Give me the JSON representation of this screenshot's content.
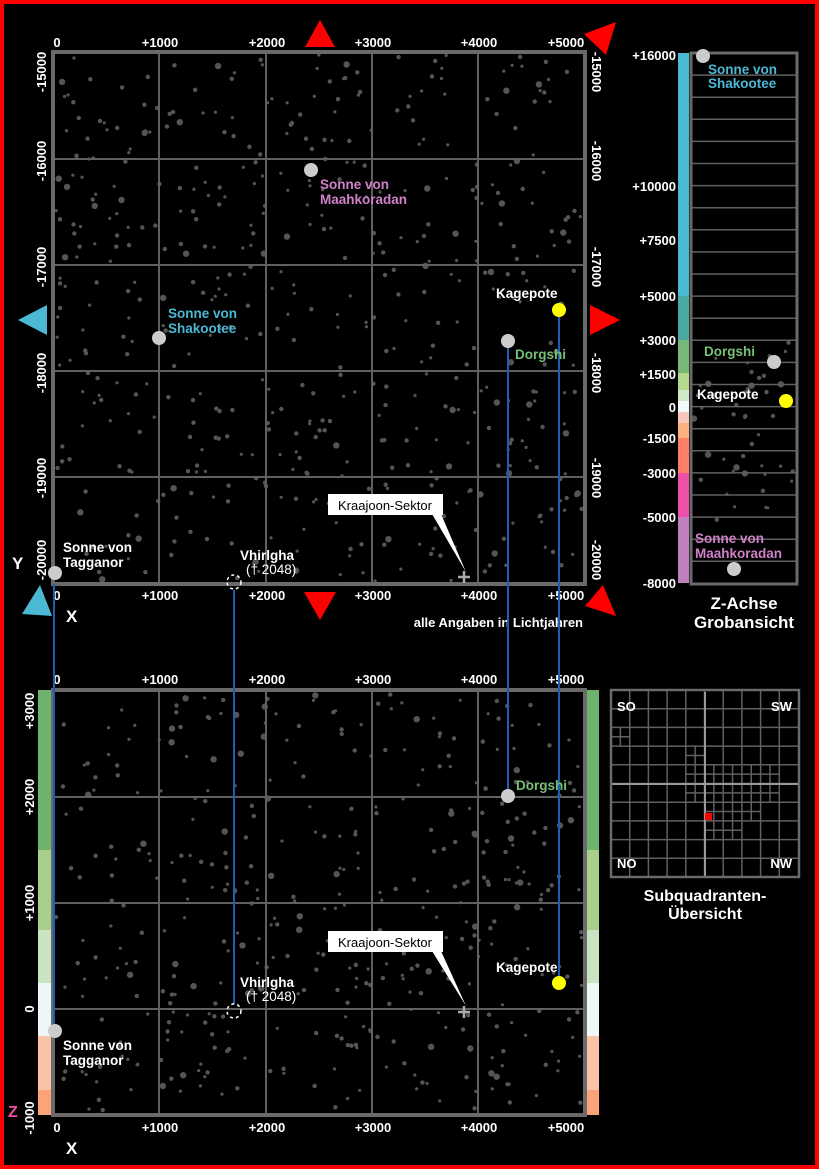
{
  "colors": {
    "frame": "#ff0000",
    "cyan": "#4bb8d4",
    "pink": "#d080c8",
    "green": "#77c077",
    "yellow": "#ffff00",
    "white": "#ffffff",
    "grid": "#606060",
    "link": "#1a5fb4"
  },
  "top_map": {
    "x_ticks": [
      "0",
      "+1000",
      "+2000",
      "+3000",
      "+4000",
      "+5000"
    ],
    "y_ticks": [
      "-15000",
      "-16000",
      "-17000",
      "-18000",
      "-19000",
      "-20000"
    ],
    "y_axis_label": "Y",
    "x_axis_label": "X",
    "unit_note": "alle Angaben in Lichtjahren"
  },
  "side_map": {
    "x_ticks": [
      "0",
      "+1000",
      "+2000",
      "+3000",
      "+4000",
      "+5000"
    ],
    "z_ticks": [
      "+3000",
      "+2000",
      "+1000",
      "0",
      "-1000"
    ],
    "z_axis_label": "Z",
    "x_axis_label": "X"
  },
  "objects": {
    "shakootee": [
      "Sonne von",
      "Shakootee"
    ],
    "maahkoradan": [
      "Sonne von",
      "Maahkoradan"
    ],
    "kagepote": "Kagepote",
    "dorgshi": "Dorgshi",
    "tagganor": [
      "Sonne von",
      "Tagganor"
    ],
    "vhirlgha": [
      "Vhirlgha",
      "(† 2048)"
    ],
    "kraajoon": "Kraajoon-Sektor"
  },
  "z_overview": {
    "ticks": [
      "+16000",
      "+10000",
      "+7500",
      "+5000",
      "+3000",
      "+1500",
      "0",
      "-1500",
      "-3000",
      "-5000",
      "-8000"
    ],
    "title": [
      "Z-Achse",
      "Grobansicht"
    ]
  },
  "subquadrant": {
    "corners": [
      "SO",
      "SW",
      "NO",
      "NW"
    ],
    "title": [
      "Subquadranten-",
      "Übersicht"
    ]
  }
}
